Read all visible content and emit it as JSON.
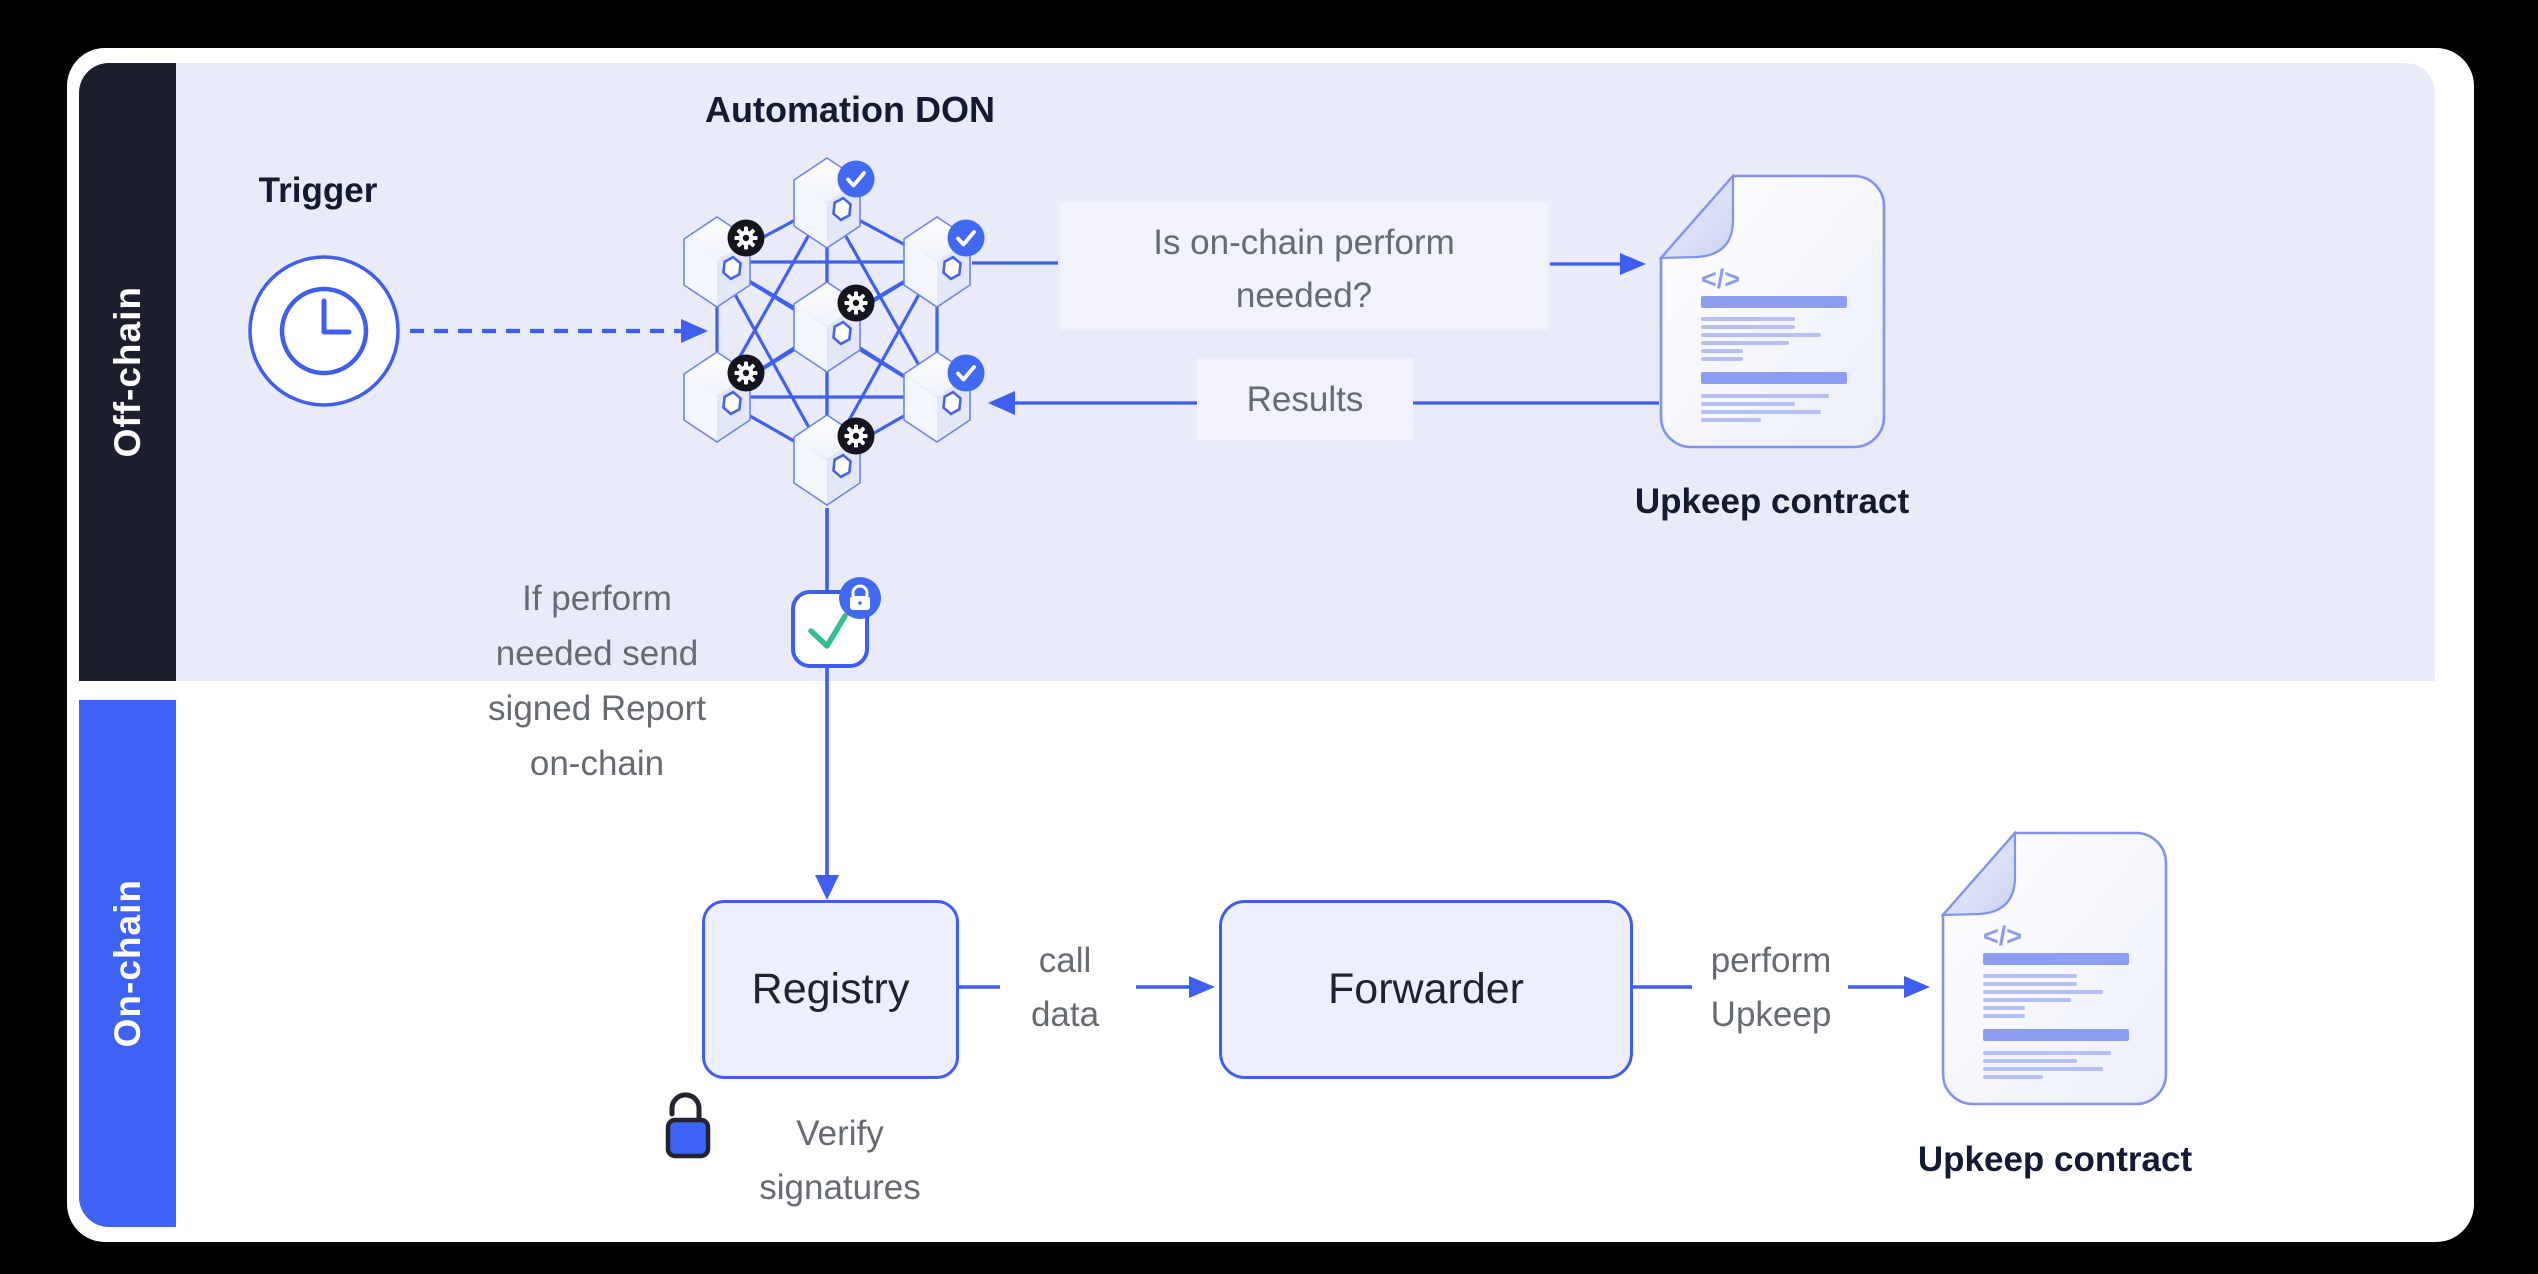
{
  "colors": {
    "accent_blue": "#3f5ef0",
    "sidebar_dark": "#1e1f2e",
    "sidebar_blue": "#3e62f4",
    "offchain_panel": "#e9ebf9",
    "note_box": "#f1f2fb",
    "gray_text": "#666b72",
    "heading_text": "#141a31",
    "doc_border": "#8193ee",
    "badge_dark": "#15151f",
    "badge_blue": "#4169f1",
    "check_green": "#34bf8e"
  },
  "sidebars": {
    "offchain_label": "Off-chain",
    "onchain_label": "On-chain"
  },
  "offchain": {
    "trigger_label": "Trigger",
    "don_title": "Automation DON",
    "question_line1": "Is on-chain perform",
    "question_line2": "needed?",
    "results_label": "Results",
    "upkeep_contract_label": "Upkeep contract"
  },
  "bridge_note": {
    "line1": "If perform",
    "line2": "needed send",
    "line3": "signed Report",
    "line4": "on-chain"
  },
  "onchain": {
    "registry_label": "Registry",
    "call_data_line1": "call",
    "call_data_line2": "data",
    "forwarder_label": "Forwarder",
    "perform_line1": "perform",
    "perform_line2": "Upkeep",
    "verify_line1": "Verify",
    "verify_line2": "signatures",
    "upkeep_contract_label": "Upkeep contract"
  },
  "icons": {
    "trigger": "clock-icon",
    "don_node_approved": "check-badge-icon",
    "don_node_compute": "gear-badge-icon",
    "signed_report": "lock-check-icon",
    "registry_verification": "open-padlock-icon",
    "upkeep_contract": "code-document-icon"
  }
}
